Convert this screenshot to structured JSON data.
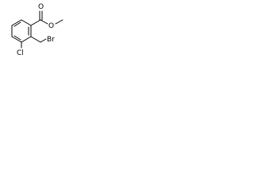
{
  "molecule": {
    "atoms": {
      "carbonyl_oxygen": "O",
      "ester_oxygen": "O",
      "bromine": "Br",
      "chlorine": "Cl"
    }
  }
}
